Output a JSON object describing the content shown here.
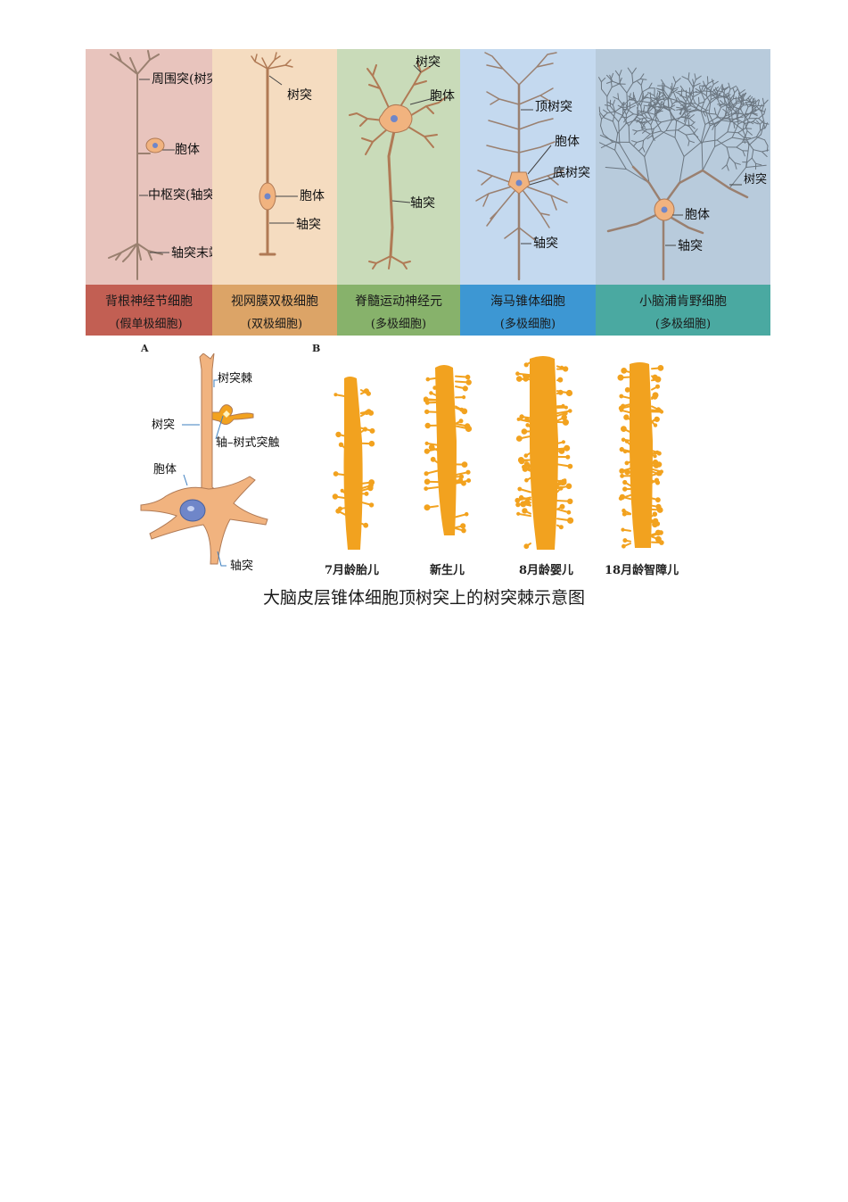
{
  "colors": {
    "neuron_fill": "#f1b37f",
    "neuron_stroke": "#b07a55",
    "axon_stroke": "#9a8070",
    "nucleus": "#6f86c9",
    "spine_orange": "#f2a21f",
    "bg_drg": "#e8c4bd",
    "band_drg": "#c25f53",
    "bg_bipolar": "#f5dcc0",
    "band_bipolar": "#dca467",
    "bg_motor": "#c9dbb9",
    "band_motor": "#87b26b",
    "bg_pyramidal": "#c4d9ef",
    "band_pyramidal": "#3d97d3",
    "bg_purkinje": "#b8cbdc",
    "band_purkinje": "#4aa9a1"
  },
  "panels": [
    {
      "title": "背根神经节细胞",
      "subtitle": "(假单极细胞)",
      "labels": {
        "peripheral": "周围突(树突)",
        "soma": "胞体",
        "central": "中枢突(轴突)",
        "terminal": "轴突末端"
      }
    },
    {
      "title": "视网膜双极细胞",
      "subtitle": "(双极细胞)",
      "labels": {
        "dendrite": "树突",
        "soma": "胞体",
        "axon": "轴突"
      }
    },
    {
      "title": "脊髓运动神经元",
      "subtitle": "(多极细胞)",
      "labels": {
        "dendrite": "树突",
        "soma": "胞体",
        "axon": "轴突"
      }
    },
    {
      "title": "海马锥体细胞",
      "subtitle": "(多极细胞)",
      "labels": {
        "apical": "顶树突",
        "soma": "胞体",
        "basal": "底树突",
        "axon": "轴突"
      }
    },
    {
      "title": "小脑浦肯野细胞",
      "subtitle": "(多极细胞)",
      "labels": {
        "dendrite": "树突",
        "soma": "胞体",
        "axon": "轴突"
      }
    }
  ],
  "part_a": {
    "letter": "A",
    "labels": {
      "spine": "树突棘",
      "dendrite": "树突",
      "synapse": "轴–树式突触",
      "soma": "胞体",
      "axon": "轴突"
    }
  },
  "part_b": {
    "letter": "B",
    "stages": [
      "7月龄胎儿",
      "新生儿",
      "8月龄婴儿",
      "18月龄智障儿"
    ]
  },
  "caption": "大脑皮层锥体细胞顶树突上的树突棘示意图"
}
